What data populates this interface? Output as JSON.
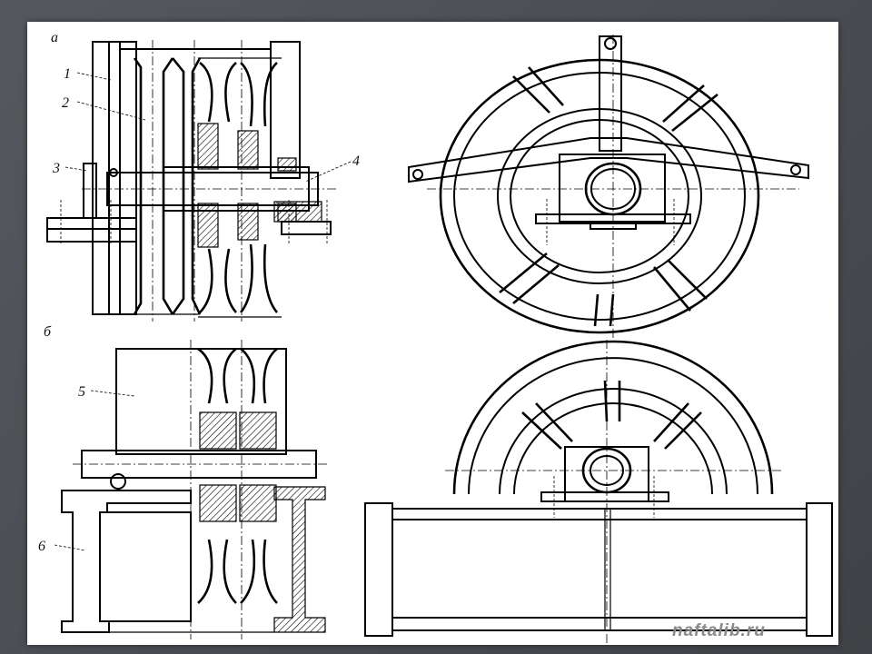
{
  "labels": {
    "a": "а",
    "b": "б",
    "p1": "1",
    "p2": "2",
    "p3": "3",
    "p4": "4",
    "p5": "5",
    "p6": "6"
  },
  "watermark": "naftalib.ru"
}
